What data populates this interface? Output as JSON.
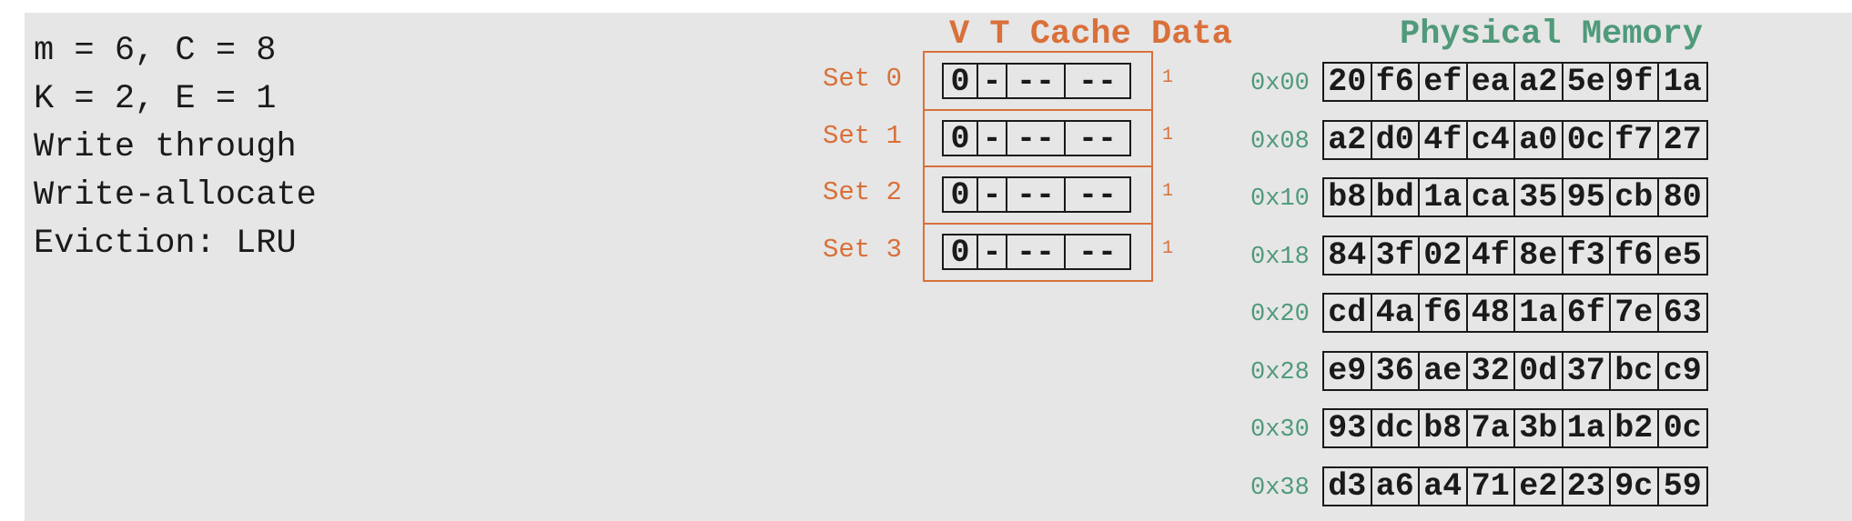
{
  "params": [
    "m = 6, C = 8",
    "K = 2, E = 1",
    "Write through",
    "Write-allocate",
    "Eviction: LRU"
  ],
  "cache": {
    "title": "V T Cache Data",
    "sets": [
      {
        "label": "Set 0",
        "valid": "0",
        "tag": "-",
        "data": [
          "--",
          "--"
        ],
        "count": "1"
      },
      {
        "label": "Set 1",
        "valid": "0",
        "tag": "-",
        "data": [
          "--",
          "--"
        ],
        "count": "1"
      },
      {
        "label": "Set 2",
        "valid": "0",
        "tag": "-",
        "data": [
          "--",
          "--"
        ],
        "count": "1"
      },
      {
        "label": "Set 3",
        "valid": "0",
        "tag": "-",
        "data": [
          "--",
          "--"
        ],
        "count": "1"
      }
    ]
  },
  "memory": {
    "title": "Physical Memory",
    "rows": [
      {
        "addr": "0x00",
        "bytes": [
          "20",
          "f6",
          "ef",
          "ea",
          "a2",
          "5e",
          "9f",
          "1a"
        ]
      },
      {
        "addr": "0x08",
        "bytes": [
          "a2",
          "d0",
          "4f",
          "c4",
          "a0",
          "0c",
          "f7",
          "27"
        ]
      },
      {
        "addr": "0x10",
        "bytes": [
          "b8",
          "bd",
          "1a",
          "ca",
          "35",
          "95",
          "cb",
          "80"
        ]
      },
      {
        "addr": "0x18",
        "bytes": [
          "84",
          "3f",
          "02",
          "4f",
          "8e",
          "f3",
          "f6",
          "e5"
        ]
      },
      {
        "addr": "0x20",
        "bytes": [
          "cd",
          "4a",
          "f6",
          "48",
          "1a",
          "6f",
          "7e",
          "63"
        ]
      },
      {
        "addr": "0x28",
        "bytes": [
          "e9",
          "36",
          "ae",
          "32",
          "0d",
          "37",
          "bc",
          "c9"
        ]
      },
      {
        "addr": "0x30",
        "bytes": [
          "93",
          "dc",
          "b8",
          "7a",
          "3b",
          "1a",
          "b2",
          "0c"
        ]
      },
      {
        "addr": "0x38",
        "bytes": [
          "d3",
          "a6",
          "a4",
          "71",
          "e2",
          "23",
          "9c",
          "59"
        ]
      }
    ]
  },
  "colors": {
    "cache": "#d9703a",
    "memory": "#4f9a7a",
    "panel": "#e6e6e6"
  }
}
